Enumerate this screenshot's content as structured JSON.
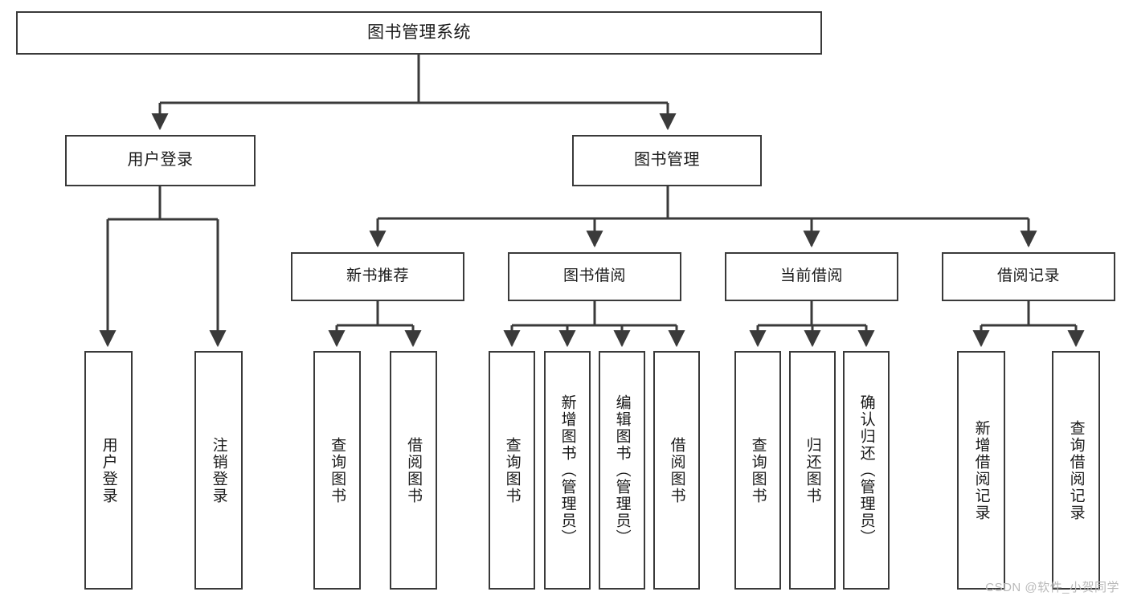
{
  "diagram": {
    "title": "图书管理系统",
    "type": "tree-hierarchy",
    "orientation": "top-down",
    "watermark": "CSDN @软件_小贺同学"
  },
  "nodes": {
    "root": {
      "label": "图书管理系统"
    },
    "level1": [
      {
        "id": "user-login",
        "label": "用户登录"
      },
      {
        "id": "book-manage",
        "label": "图书管理"
      }
    ],
    "level2": [
      {
        "id": "new-book-recommend",
        "label": "新书推荐"
      },
      {
        "id": "book-borrow",
        "label": "图书借阅"
      },
      {
        "id": "current-borrow",
        "label": "当前借阅"
      },
      {
        "id": "borrow-record",
        "label": "借阅记录"
      }
    ],
    "leaves": {
      "user_login": [
        {
          "id": "leaf-user-login",
          "label": "用户登录"
        },
        {
          "id": "leaf-logout-login",
          "label": "注销登录"
        }
      ],
      "new_book_recommend": [
        {
          "id": "leaf-query-book-1",
          "label": "查询图书"
        },
        {
          "id": "leaf-borrow-book-1",
          "label": "借阅图书"
        }
      ],
      "book_borrow": [
        {
          "id": "leaf-query-book-2",
          "label": "查询图书"
        },
        {
          "id": "leaf-add-book",
          "label": "新增图书（管理员）"
        },
        {
          "id": "leaf-edit-book",
          "label": "编辑图书（管理员）"
        },
        {
          "id": "leaf-borrow-book-2",
          "label": "借阅图书"
        }
      ],
      "current_borrow": [
        {
          "id": "leaf-query-book-3",
          "label": "查询图书"
        },
        {
          "id": "leaf-return-book",
          "label": "归还图书"
        },
        {
          "id": "leaf-confirm-return",
          "label": "确认归还（管理员）"
        }
      ],
      "borrow_record": [
        {
          "id": "leaf-add-record",
          "label": "新增借阅记录"
        },
        {
          "id": "leaf-query-record",
          "label": "查询借阅记录"
        }
      ]
    }
  },
  "colors": {
    "stroke": "#3a3a3a",
    "fill": "#ffffff",
    "text": "#1a1a1a",
    "watermark": "#b9b9b9"
  }
}
